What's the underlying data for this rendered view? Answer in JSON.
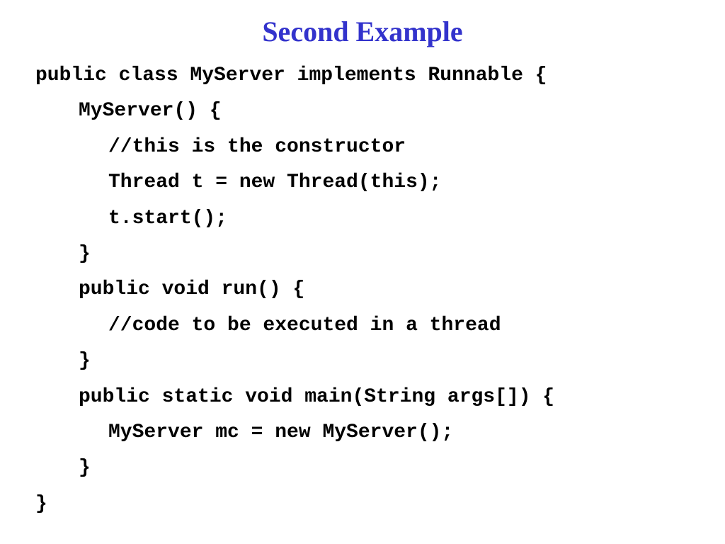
{
  "slide": {
    "title": "Second Example",
    "title_color": "#3333cc",
    "code_lines": [
      {
        "text": "public class MyServer implements Runnable {",
        "indent": 0
      },
      {
        "text": "MyServer() {",
        "indent": 1
      },
      {
        "text": "//this is the constructor",
        "indent": 2
      },
      {
        "text": "Thread t = new Thread(this);",
        "indent": 2
      },
      {
        "text": "t.start();",
        "indent": 2
      },
      {
        "text": "}",
        "indent": 1
      },
      {
        "text": "public void run() {",
        "indent": 1
      },
      {
        "text": "//code to be executed in a thread",
        "indent": 2
      },
      {
        "text": "}",
        "indent": 1
      },
      {
        "text": "public static void main(String args[]) {",
        "indent": 1
      },
      {
        "text": "MyServer mc = new MyServer();",
        "indent": 2
      },
      {
        "text": "}",
        "indent": 1
      },
      {
        "text": "}",
        "indent": 0
      }
    ]
  }
}
